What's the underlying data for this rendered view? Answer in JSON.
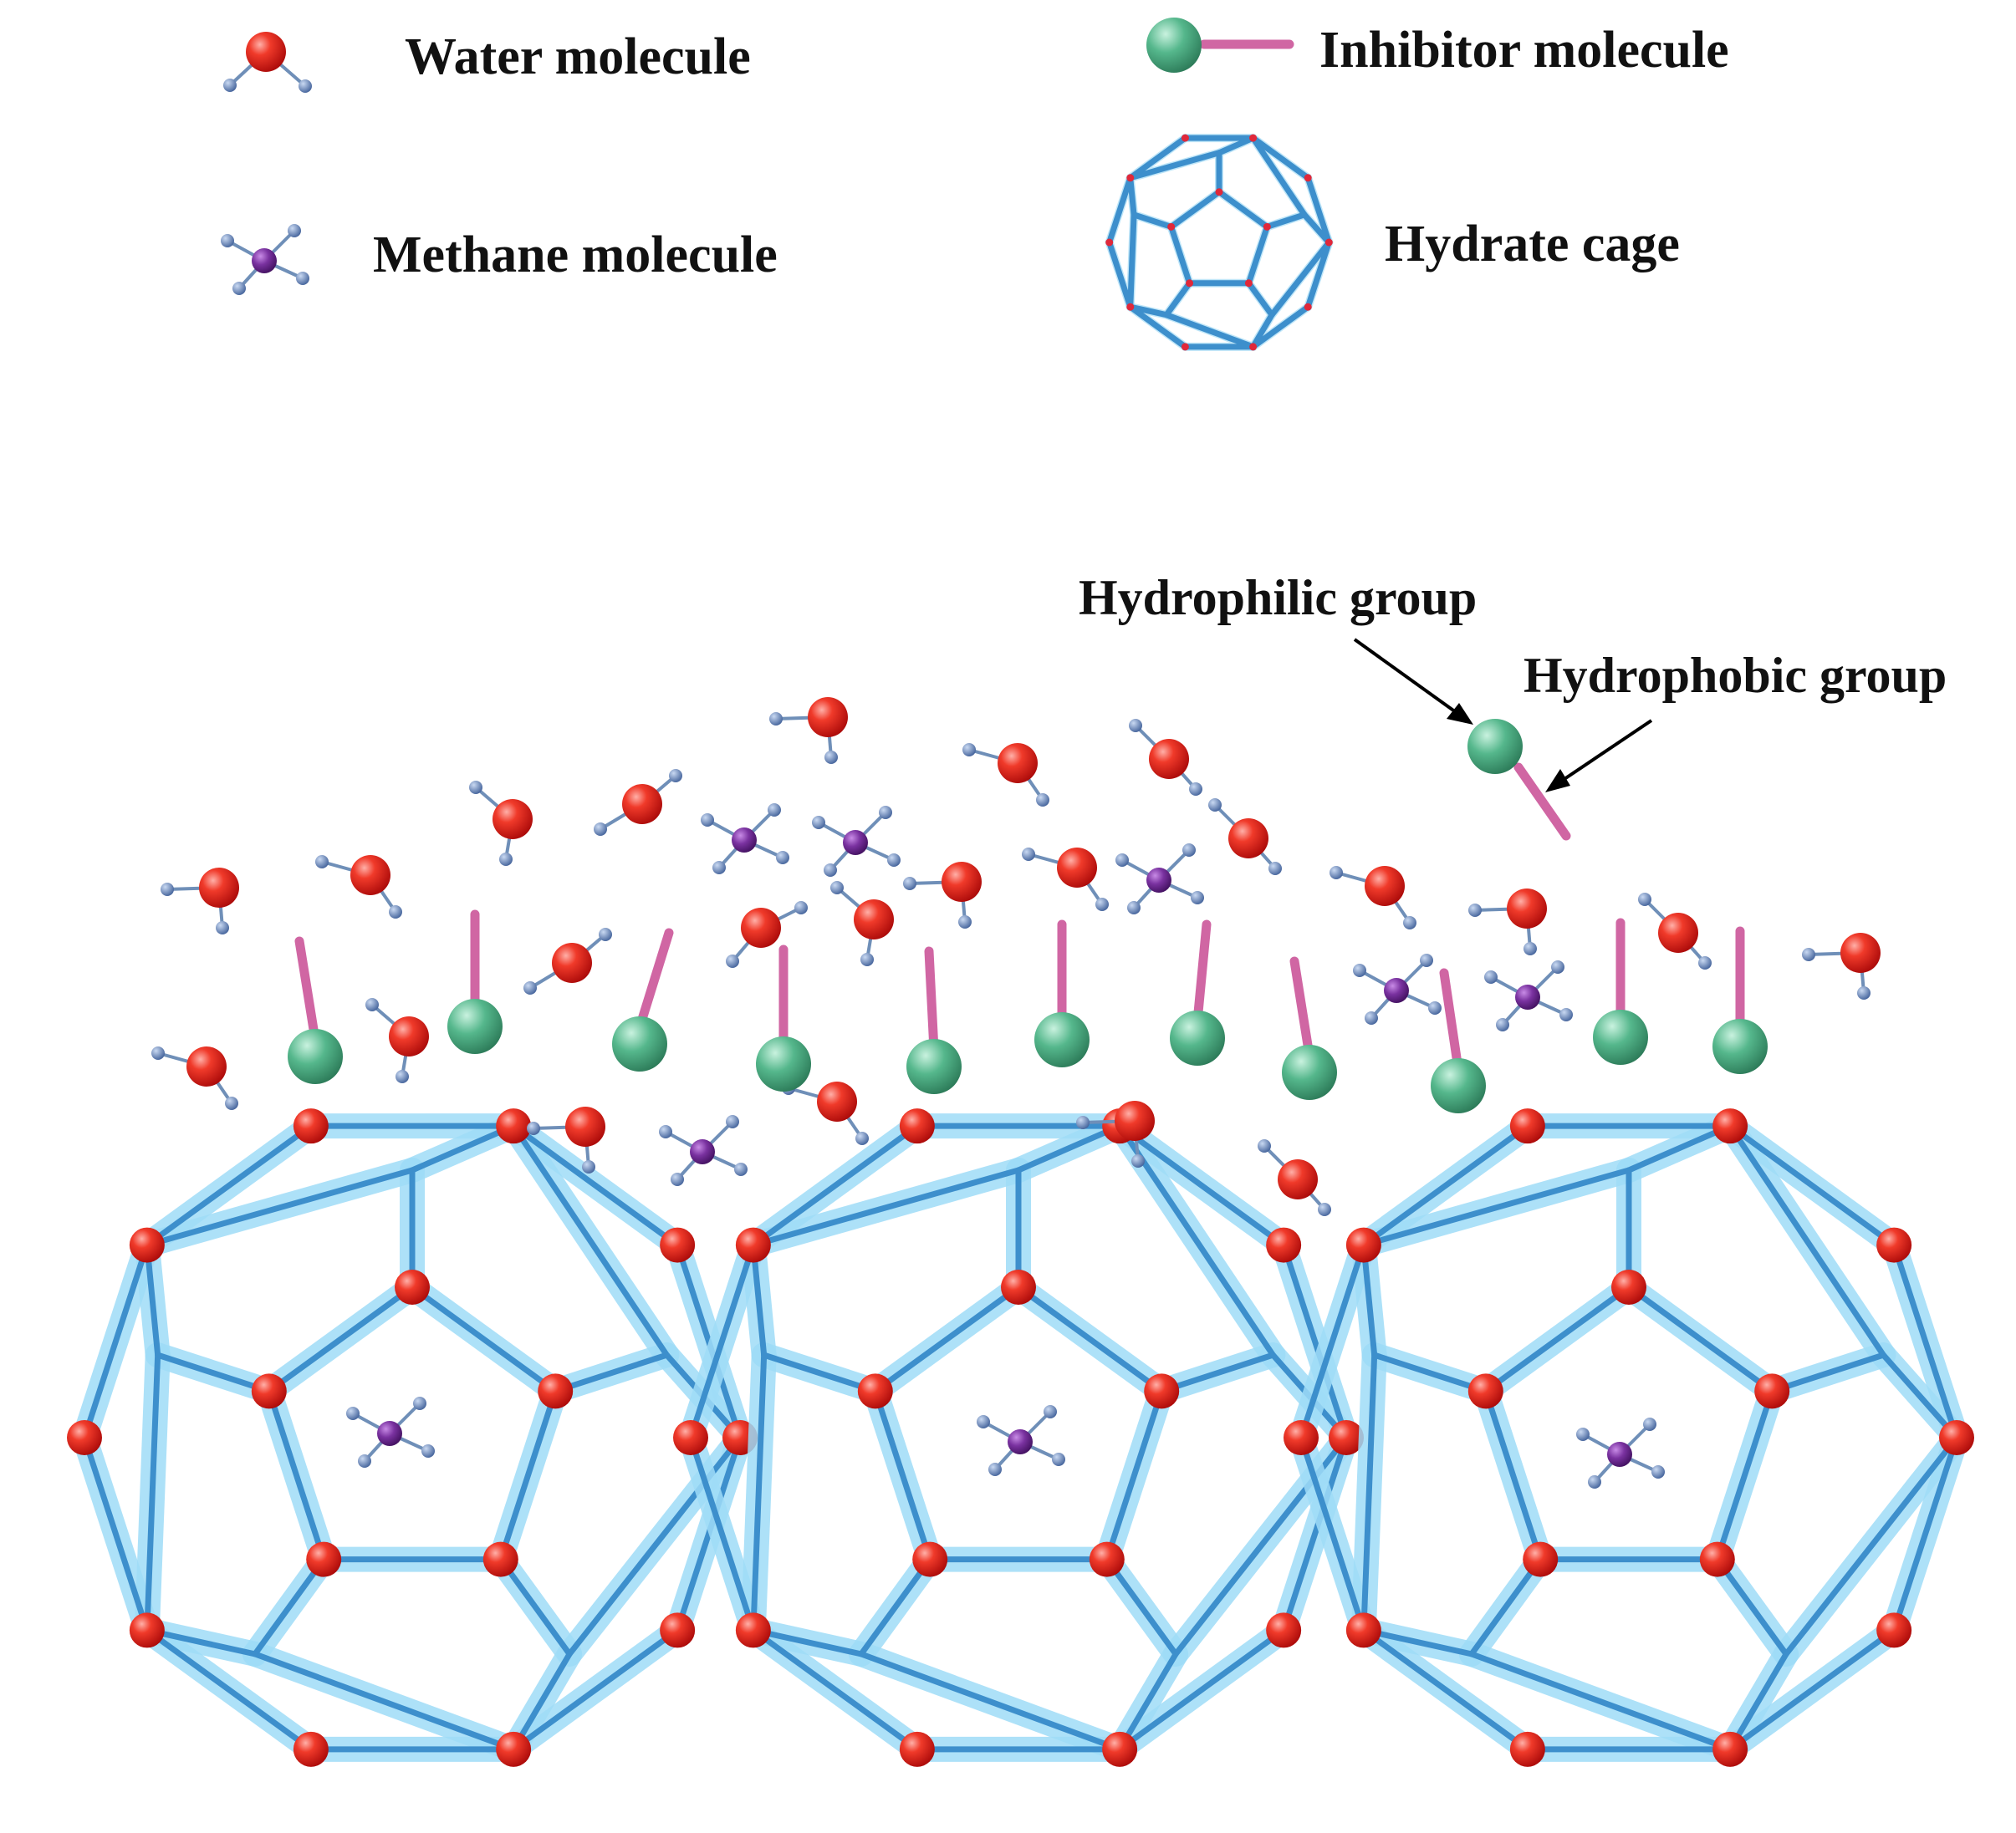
{
  "legend": {
    "water": "Water molecule",
    "methane": "Methane molecule",
    "inhibitor": "Inhibitor molecule",
    "cage": "Hydrate cage"
  },
  "callouts": {
    "hydrophilic": "Hydrophilic group",
    "hydrophobic": "Hydrophobic group"
  },
  "colors": {
    "oxygen": "#e01a1a",
    "hydrogen": "#5c7fb8",
    "carbon": "#6a2a8e",
    "inhibitor_head": "#4fb38a",
    "inhibitor_tail": "#d066a3",
    "cage_edge": "#3d8fcc",
    "cage_glow": "#9fdcf7"
  }
}
